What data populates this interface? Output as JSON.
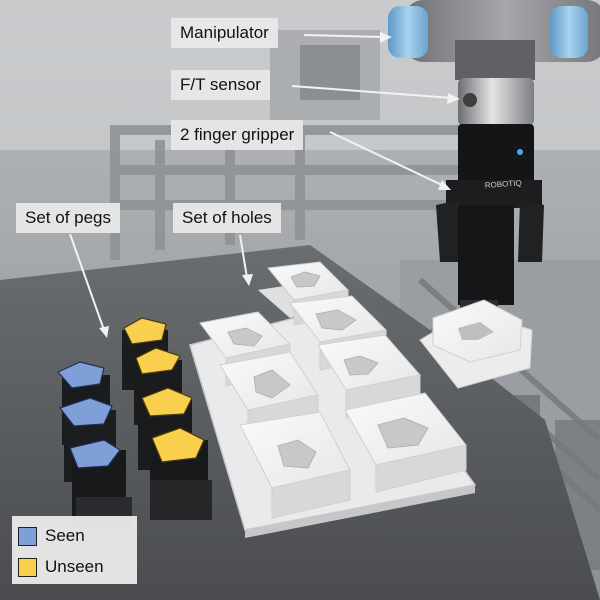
{
  "labels": {
    "manipulator": "Manipulator",
    "ft_sensor": "F/T sensor",
    "gripper": "2 finger gripper",
    "pegs": "Set of pegs",
    "holes": "Set of holes"
  },
  "gripper_brand": "ROBOTIQ",
  "legend": [
    {
      "label": "Seen",
      "color": "#7f9fd9"
    },
    {
      "label": "Unseen",
      "color": "#f8d04e"
    }
  ],
  "colors": {
    "seen_peg_face": "#7f9fd9",
    "unseen_peg_face": "#f8d04e",
    "robot_blue": "#7fb6dc",
    "table": "#54575a"
  }
}
